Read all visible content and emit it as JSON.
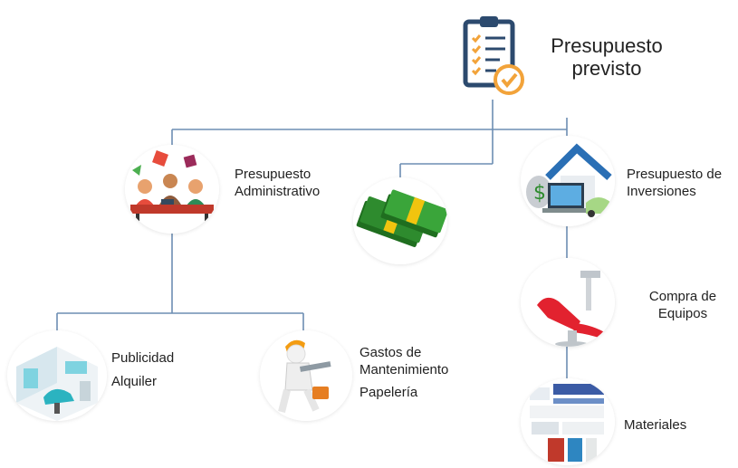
{
  "root": {
    "title_line1": "Presupuesto",
    "title_line2": "previsto"
  },
  "admin": {
    "line1": "Presupuesto",
    "line2": "Administrativo"
  },
  "inversiones": {
    "line1": "Presupuesto de",
    "line2": "Inversiones"
  },
  "ads": {
    "line1": "Publicidad",
    "line2": "Alquiler"
  },
  "maintenance": {
    "line1": "Gastos de",
    "line2": "Mantenimiento",
    "line3": "Papelería"
  },
  "equipos": {
    "line1": "Compra de",
    "line2": "Equipos"
  },
  "materiales": {
    "line1": "Materiales"
  },
  "colors": {
    "connector": "#6d8eb3",
    "clipboard": "#2c4a6e",
    "check": "#f2a33a",
    "money": "#2e8b2e"
  },
  "icons": [
    "clipboard-check-icon",
    "meeting-team-icon",
    "money-stack-icon",
    "house-investment-icon",
    "dental-office-icon",
    "maintenance-worker-icon",
    "dental-chair-icon",
    "dental-materials-icon"
  ]
}
